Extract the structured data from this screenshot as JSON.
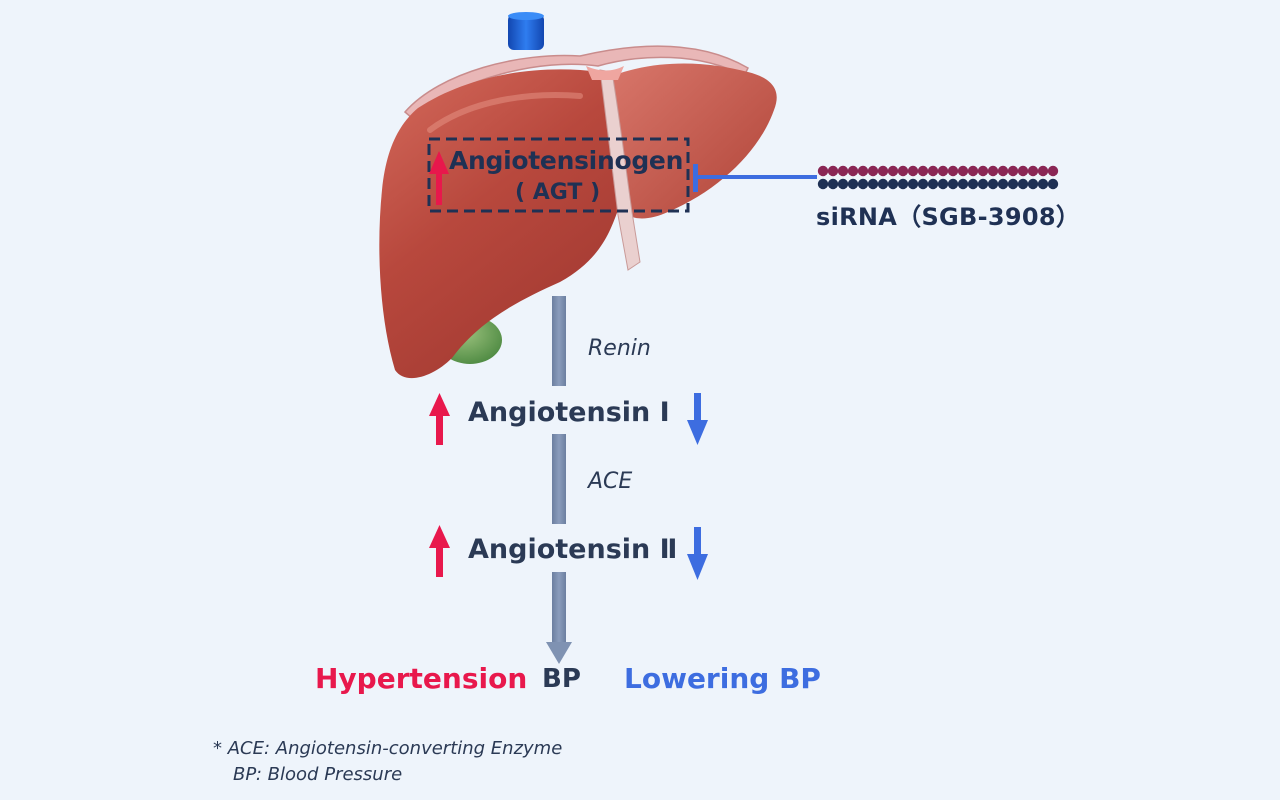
{
  "liver": {
    "target_label": "Angiotensinogen",
    "target_abbrev": "( AGT )"
  },
  "sirna": {
    "label": "siRNA（SGB-3908）"
  },
  "pathway": {
    "enzyme_1": "Renin",
    "product_1": "Angiotensin Ⅰ",
    "enzyme_2": "ACE",
    "product_2": "Angiotensin Ⅱ"
  },
  "outcomes": {
    "left": "Hypertension",
    "center": "BP",
    "right": "Lowering BP"
  },
  "footnotes": {
    "line_1": "* ACE: Angiotensin-converting Enzyme",
    "line_2": "BP: Blood Pressure"
  },
  "colors": {
    "background": "#eef4fb",
    "increase": "#e8184c",
    "decrease": "#3d6de0",
    "text": "#2b3a55",
    "liver": "#b8483d",
    "gallbladder": "#5f9a4f",
    "vessel": "#1f5fd6",
    "sirna_strand_top": "#8a2655",
    "sirna_strand_bottom": "#1f3154"
  }
}
